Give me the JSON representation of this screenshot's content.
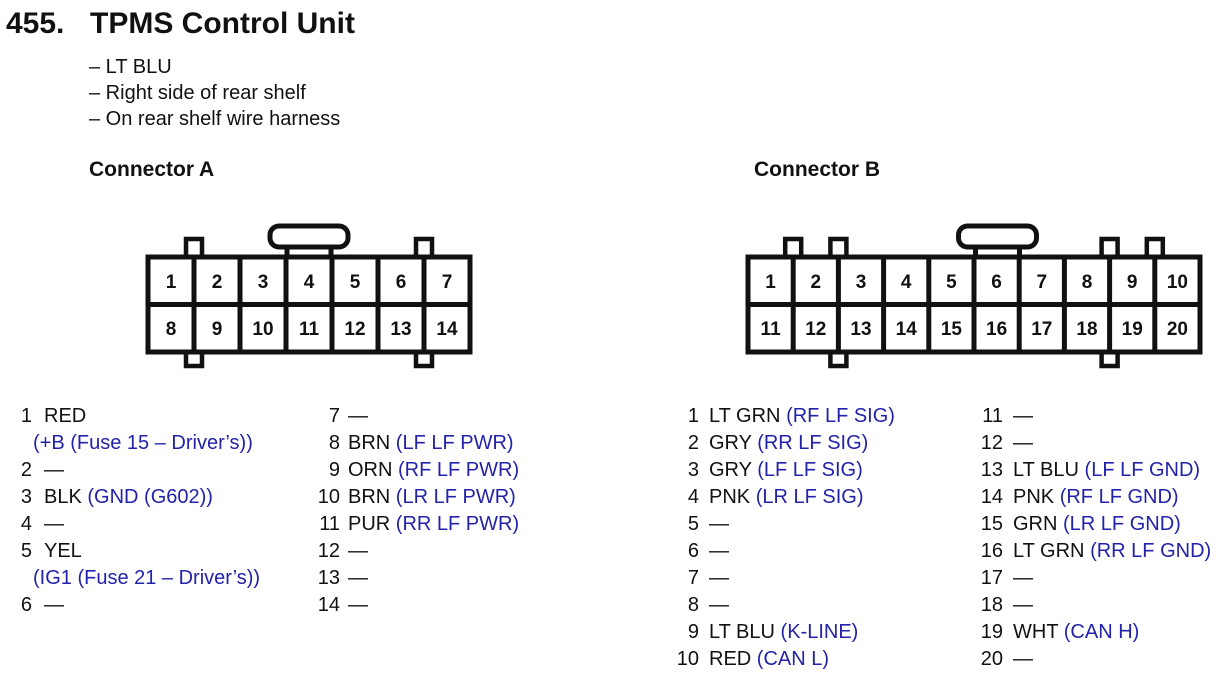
{
  "page": {
    "index": "455.",
    "title": "TPMS Control Unit",
    "notes": [
      "– LT BLU",
      "– Right side of rear shelf",
      "– On rear shelf wire harness"
    ]
  },
  "colors": {
    "ink": "#111111",
    "signal_blue": "#2222aa"
  },
  "connector_a": {
    "heading": "Connector A",
    "grid_rows": [
      [
        "1",
        "2",
        "3",
        "4",
        "5",
        "6",
        "7"
      ],
      [
        "8",
        "9",
        "10",
        "11",
        "12",
        "13",
        "14"
      ]
    ],
    "pins_left": [
      {
        "num": "1",
        "wire": "RED",
        "signal": "(+B (Fuse 15 – Driver’s))",
        "wrap": true
      },
      {
        "num": "2",
        "wire": "—",
        "signal": ""
      },
      {
        "num": "3",
        "wire": "BLK",
        "signal": "(GND (G602))"
      },
      {
        "num": "4",
        "wire": "—",
        "signal": ""
      },
      {
        "num": "5",
        "wire": "YEL",
        "signal": "(IG1 (Fuse 21 – Driver’s))",
        "wrap": true
      },
      {
        "num": "6",
        "wire": "—",
        "signal": ""
      }
    ],
    "pins_right": [
      {
        "num": "7",
        "wire": "—",
        "signal": ""
      },
      {
        "num": "8",
        "wire": "BRN",
        "signal": "(LF LF PWR)"
      },
      {
        "num": "9",
        "wire": "ORN",
        "signal": "(RF LF PWR)"
      },
      {
        "num": "10",
        "wire": "BRN",
        "signal": "(LR LF PWR)"
      },
      {
        "num": "11",
        "wire": "PUR",
        "signal": "(RR LF PWR)"
      },
      {
        "num": "12",
        "wire": "—",
        "signal": ""
      },
      {
        "num": "13",
        "wire": "—",
        "signal": ""
      },
      {
        "num": "14",
        "wire": "—",
        "signal": ""
      }
    ]
  },
  "connector_b": {
    "heading": "Connector B",
    "grid_rows": [
      [
        "1",
        "2",
        "3",
        "4",
        "5",
        "6",
        "7",
        "8",
        "9",
        "10"
      ],
      [
        "11",
        "12",
        "13",
        "14",
        "15",
        "16",
        "17",
        "18",
        "19",
        "20"
      ]
    ],
    "pins_left": [
      {
        "num": "1",
        "wire": "LT GRN",
        "signal": "(RF LF SIG)"
      },
      {
        "num": "2",
        "wire": "GRY",
        "signal": "(RR LF SIG)"
      },
      {
        "num": "3",
        "wire": "GRY",
        "signal": "(LF LF SIG)"
      },
      {
        "num": "4",
        "wire": "PNK",
        "signal": "(LR LF SIG)"
      },
      {
        "num": "5",
        "wire": "—",
        "signal": ""
      },
      {
        "num": "6",
        "wire": "—",
        "signal": ""
      },
      {
        "num": "7",
        "wire": "—",
        "signal": ""
      },
      {
        "num": "8",
        "wire": "—",
        "signal": ""
      },
      {
        "num": "9",
        "wire": "LT BLU",
        "signal": "(K-LINE)"
      },
      {
        "num": "10",
        "wire": "RED",
        "signal": "(CAN L)"
      }
    ],
    "pins_right": [
      {
        "num": "11",
        "wire": "—",
        "signal": ""
      },
      {
        "num": "12",
        "wire": "—",
        "signal": ""
      },
      {
        "num": "13",
        "wire": "LT BLU",
        "signal": "(LF LF GND)"
      },
      {
        "num": "14",
        "wire": "PNK",
        "signal": "(RF LF GND)"
      },
      {
        "num": "15",
        "wire": "GRN",
        "signal": "(LR LF GND)"
      },
      {
        "num": "16",
        "wire": "LT GRN",
        "signal": "(RR LF GND)"
      },
      {
        "num": "17",
        "wire": "—",
        "signal": ""
      },
      {
        "num": "18",
        "wire": "—",
        "signal": ""
      },
      {
        "num": "19",
        "wire": "WHT",
        "signal": "(CAN H)"
      },
      {
        "num": "20",
        "wire": "—",
        "signal": ""
      }
    ]
  }
}
